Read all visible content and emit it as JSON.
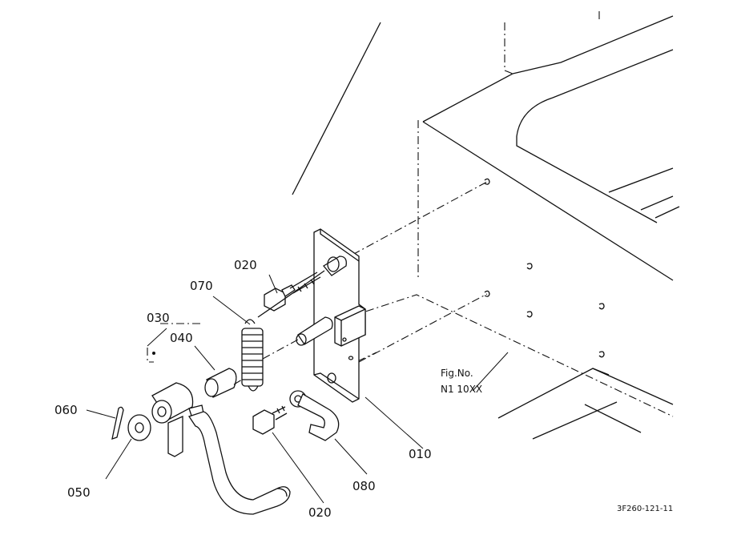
{
  "parts": [
    {
      "id": "p010",
      "number": "010"
    },
    {
      "id": "p020a",
      "number": "020"
    },
    {
      "id": "p020b",
      "number": "020"
    },
    {
      "id": "p030",
      "number": "030"
    },
    {
      "id": "p040",
      "number": "040"
    },
    {
      "id": "p050",
      "number": "050"
    },
    {
      "id": "p060",
      "number": "060"
    },
    {
      "id": "p070",
      "number": "070"
    },
    {
      "id": "p080",
      "number": "080"
    }
  ],
  "figure_ref": {
    "label": "Fig.No.",
    "number": "N1 10XX"
  },
  "drawing_code": "3F260-121-11"
}
